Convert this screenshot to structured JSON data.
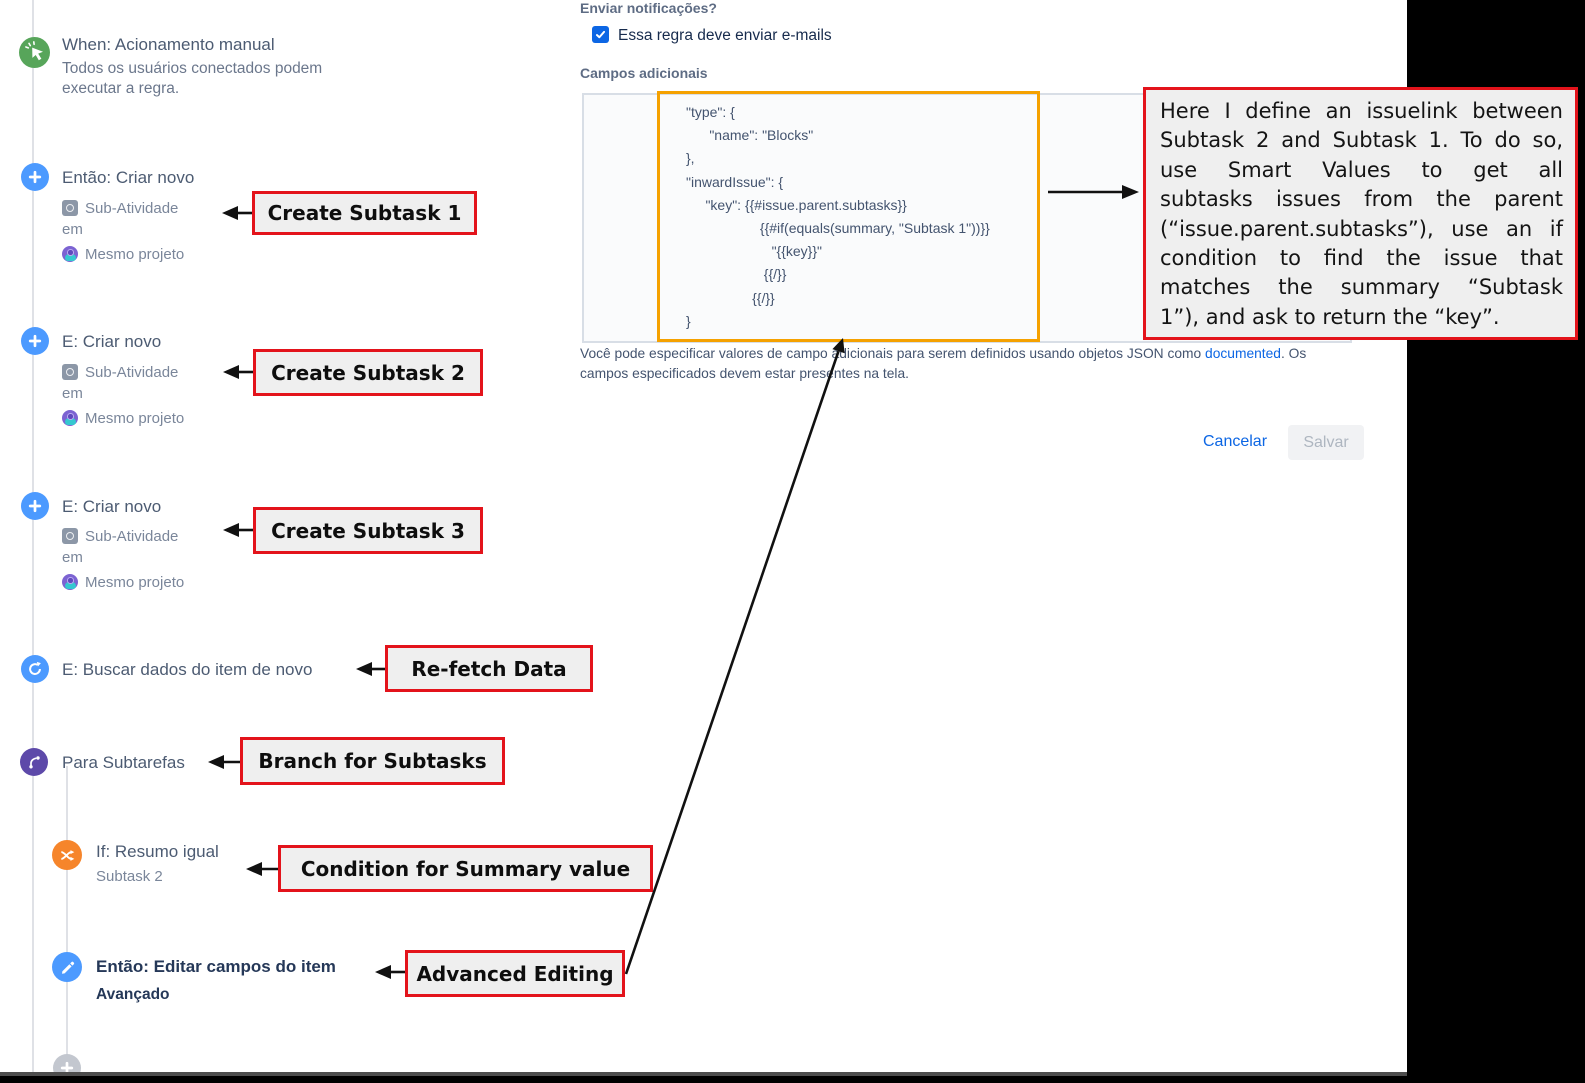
{
  "colors": {
    "annotation_red": "#E3131B",
    "highlight_orange": "#F5A100",
    "trigger_green": "#57A55A",
    "action_blue": "#4C9AFF",
    "branch_purple": "#5D49A9",
    "condition_orange": "#F6852B",
    "checkbox_blue": "#0C66E4",
    "link_blue": "#0C66E4"
  },
  "timeline": {
    "trigger": {
      "title": "When: Acionamento manual",
      "desc1": "Todos os usuários conectados podem",
      "desc2": "executar a regra."
    },
    "create1": {
      "title": "Então: Criar novo",
      "type": "Sub-Atividade",
      "conn": "em",
      "project": "Mesmo projeto"
    },
    "create2": {
      "title": "E: Criar novo",
      "type": "Sub-Atividade",
      "conn": "em",
      "project": "Mesmo projeto"
    },
    "create3": {
      "title": "E: Criar novo",
      "type": "Sub-Atividade",
      "conn": "em",
      "project": "Mesmo projeto"
    },
    "refetch": {
      "title": "E: Buscar dados do item de novo"
    },
    "branch": {
      "title": "Para Subtarefas"
    },
    "condition": {
      "title": "If: Resumo igual",
      "subtitle": "Subtask 2"
    },
    "edit": {
      "title": "Então: Editar campos do item",
      "subtitle": "Avançado"
    }
  },
  "form": {
    "notify_label": "Enviar notificações?",
    "checkbox_label": "Essa regra deve enviar e-mails",
    "fields_label": "Campos adicionais",
    "code_lines": [
      "\"type\": {",
      "      \"name\": \"Blocks\"",
      "},",
      "\"inwardIssue\": {",
      "     \"key\": {{#issue.parent.subtasks}}",
      "                   {{#if(equals(summary, \"Subtask 1\"))}}",
      "                      \"{{key}}\"",
      "                    {{/}}",
      "                 {{/}}",
      "}"
    ],
    "help_before": "Você pode especificar valores de campo adicionais para serem definidos usando objetos JSON como ",
    "help_link": "documented",
    "help_after": ". Os campos especificados devem estar presentes na tela.",
    "cancel": "Cancelar",
    "save": "Salvar"
  },
  "annotations": {
    "label1": "Create Subtask 1",
    "label2": "Create Subtask 2",
    "label3": "Create Subtask 3",
    "label4": "Re-fetch Data",
    "label5": "Branch for Subtasks",
    "label6": "Condition for Summary value",
    "label7": "Advanced Editing",
    "callout_lines": [
      "Here I define an issuelink between",
      "Subtask 2 and Subtask 1. To do so,",
      "use Smart Values to get all",
      "subtasks issues from the parent",
      "(“issue.parent.subtasks”), use an if",
      "condition to find the issue that",
      "matches the summary “Subtask",
      "1”), and ask to return the “key”."
    ]
  }
}
